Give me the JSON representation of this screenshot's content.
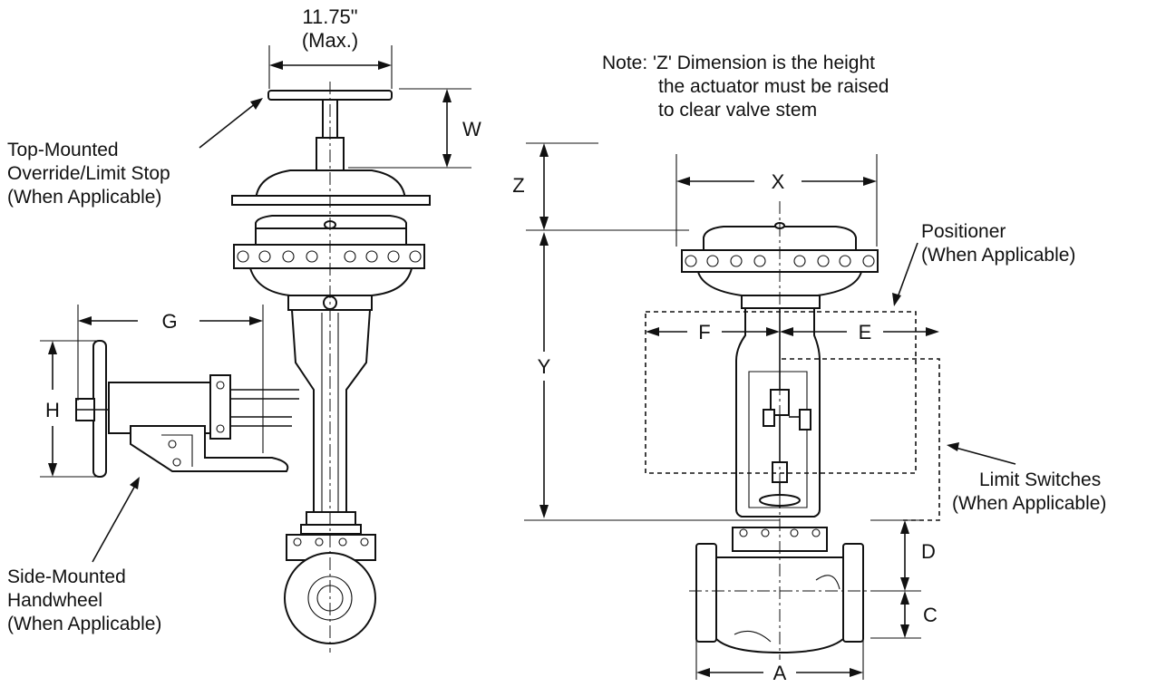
{
  "dimensions": {
    "top_width": "11.75\"",
    "top_width_note": "(Max.)",
    "W": "W",
    "G": "G",
    "H": "H",
    "Z": "Z",
    "X": "X",
    "Y": "Y",
    "F": "F",
    "E": "E",
    "D": "D",
    "C": "C",
    "A": "A"
  },
  "note": {
    "line1": "Note:  'Z' Dimension is the height",
    "line2": "the actuator must be raised",
    "line3": "to clear valve stem"
  },
  "callouts": {
    "top_override": [
      "Top-Mounted",
      "Override/Limit Stop",
      "(When Applicable)"
    ],
    "side_handwheel": [
      "Side-Mounted",
      "Handwheel",
      "(When Applicable)"
    ],
    "positioner": [
      "Positioner",
      "(When Applicable)"
    ],
    "limit_switches": [
      "Limit Switches",
      "(When Applicable)"
    ]
  }
}
